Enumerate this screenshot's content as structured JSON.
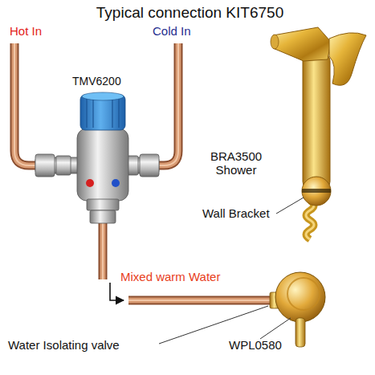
{
  "diagram": {
    "title": "Typical connection KIT6750",
    "labels": [
      "Hot In",
      "Cold In",
      "TMV6200",
      "BRA3500 Shower",
      "Wall Bracket",
      "Mixed warm Water",
      "Water Isolating valve",
      "WPL0580"
    ]
  }
}
